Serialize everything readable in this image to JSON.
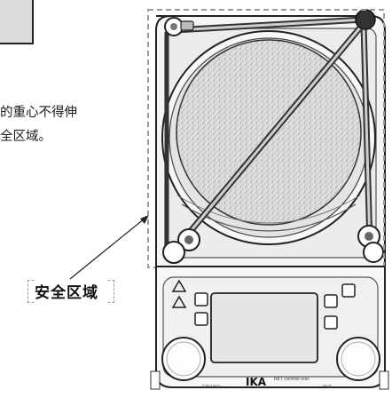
{
  "caption": {
    "line1": "的重心不得伸",
    "line2": "全区域。"
  },
  "callout": {
    "label": "安全区域"
  },
  "device": {
    "brand": "IKA",
    "model": "RET control-visc",
    "left_knob_label": "Safe temp",
    "right_knob_label": "Heat"
  },
  "colors": {
    "outline": "#222222",
    "dashed_zone": "#9a9a9a",
    "plate_fill": "#d8d8d8"
  }
}
